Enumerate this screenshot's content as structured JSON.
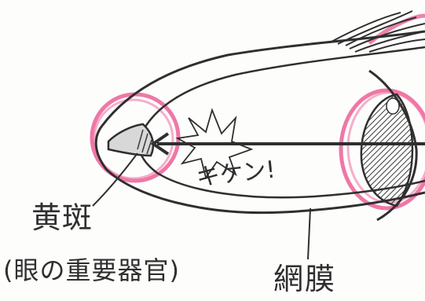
{
  "labels": {
    "macula": "黄斑",
    "macula_note": "(眼の重要器官)",
    "retina": "網膜",
    "danger": "キケン!"
  },
  "colors": {
    "ink": "#2f2f2f",
    "highlight": "#e94a8a",
    "pupil": "#555555"
  }
}
